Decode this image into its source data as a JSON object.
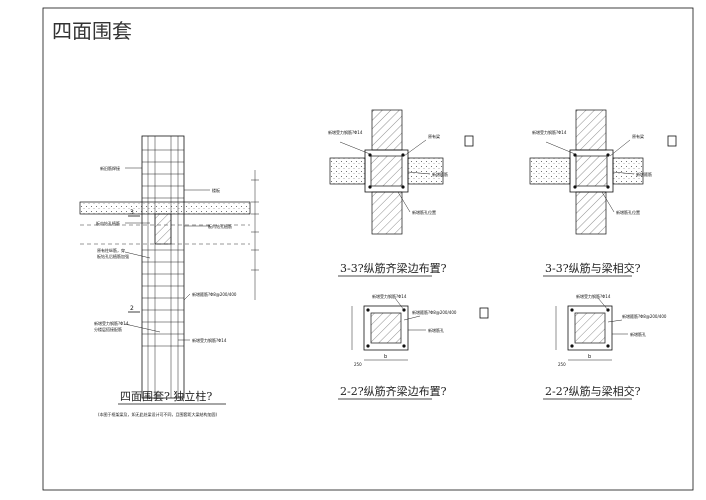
{
  "title": "四面围套",
  "drawings": {
    "column": {
      "caption": "四面围套? 独立柱?",
      "note": "(本图于框架梁及，如无此处梁设计可不同，且围套距大梁结构加固)",
      "labels": {
        "top_left": "新旧筋焊接",
        "slab": "楼板",
        "left1": "板内钻孔植筋",
        "right1": "板内钻孔植筋",
        "left2": "原有柱纵筋，穿",
        "left3": "板钻孔后植筋加强",
        "tie_note": "新增箍筋?Φ8@200/400",
        "bar_note": "新增受力钢筋?Φ14",
        "left4": "新增受力钢筋?Φ14,",
        "left5": "分楼层搭接配筋",
        "sec3": "3",
        "sec2": "2"
      }
    },
    "s33a": {
      "caption": "3-3?纵筋齐梁边布置?",
      "labels": {
        "a": "新增受力钢筋?Φ14",
        "b": "原有梁",
        "c": "新增箍筋",
        "d": "新增筋孔位置"
      }
    },
    "s33b": {
      "caption": "3-3?纵筋与梁相交?",
      "labels": {
        "a": "新增受力钢筋?Φ14",
        "b": "原有梁",
        "c": "新增箍筋",
        "d": "新增筋孔位置"
      }
    },
    "s22a": {
      "caption": "2-2?纵筋齐梁边布置?",
      "labels": {
        "a": "新增受力钢筋?Φ14",
        "b": "新增箍筋?Φ8@200/400",
        "c": "新增筋孔",
        "d": "b",
        "e": "250"
      }
    },
    "s22b": {
      "caption": "2-2?纵筋与梁相交?",
      "labels": {
        "a": "新增受力钢筋?Φ14",
        "b": "新增箍筋?Φ8@200/400",
        "c": "新增筋孔",
        "d": "b",
        "e": "250"
      }
    }
  }
}
